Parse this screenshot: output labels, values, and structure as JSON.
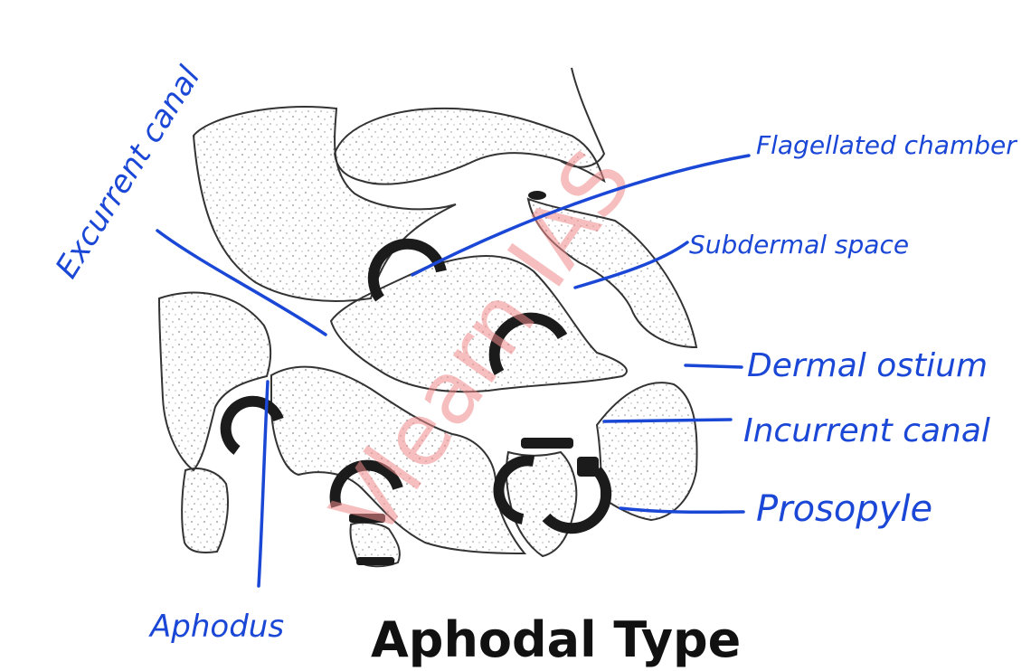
{
  "title": "Aphodal Type",
  "watermark": "Vlearn IAS",
  "labels": {
    "excurrent_canal": "Excurrent canal",
    "flagellated_chamber": "Flagellated chamber",
    "subdermal_space": "Subdermal space",
    "dermal_ostium": "Dermal ostium",
    "incurrent_canal": "Incurrent canal",
    "prosopyle": "Prosopyle",
    "aphodus": "Aphodus"
  },
  "colors": {
    "label_ink": "#1a47d6",
    "title_ink": "#111111",
    "outline": "#333333",
    "stipple": "#8a8a8a",
    "chamber_wall": "#1b1b1b",
    "watermark": "#f08a8a"
  }
}
